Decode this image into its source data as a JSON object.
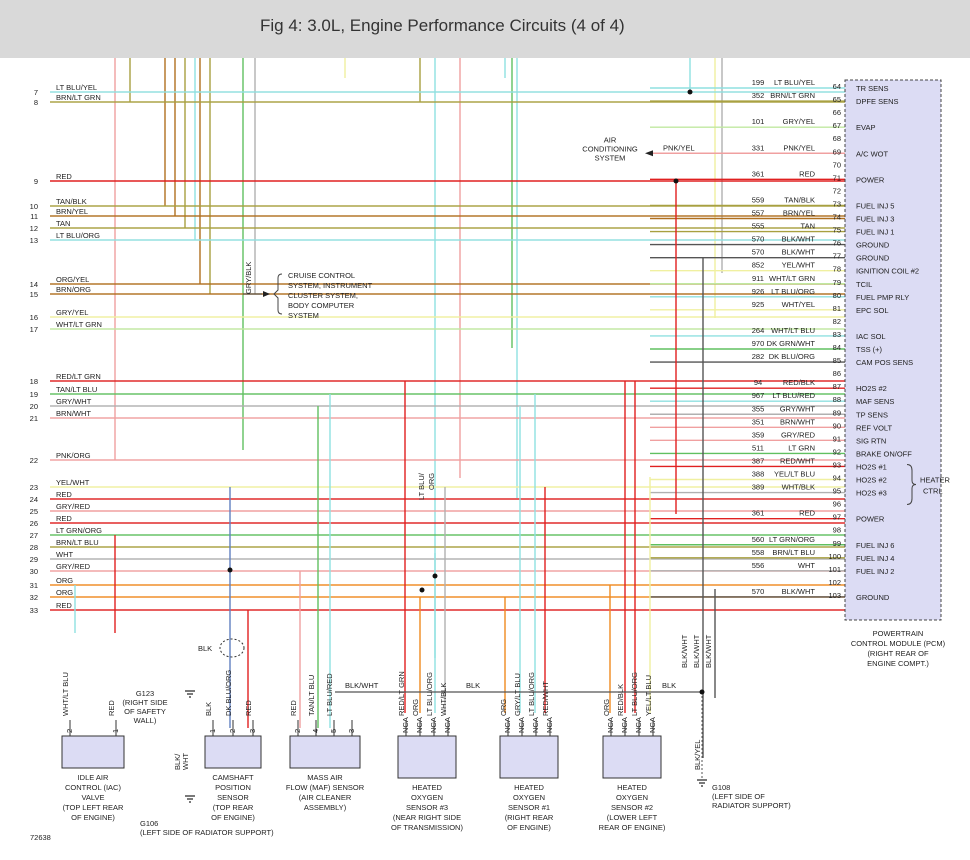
{
  "title": "Fig 4: 3.0L, Engine Performance Circuits (4 of 4)",
  "figure_id": "72638",
  "colors": {
    "red": "#e02020",
    "orange": "#f08a20",
    "cyan": "#8fe0e0",
    "green": "#60c060",
    "olive": "#a8a040",
    "brown": "#b07020",
    "pink": "#f0a0a0",
    "gray": "#b0b0b0",
    "yellow": "#f0f0a0",
    "lightgreen": "#c0e8a0",
    "blue": "#6080c0",
    "black": "#555555",
    "pcm_fill": "#dcdcf4"
  },
  "left_wires": [
    {
      "num": "7",
      "label": "LT BLU/YEL"
    },
    {
      "num": "8",
      "label": "BRN/LT GRN"
    },
    {
      "num": "9",
      "label": "RED"
    },
    {
      "num": "10",
      "label": "TAN/BLK"
    },
    {
      "num": "11",
      "label": "BRN/YEL"
    },
    {
      "num": "12",
      "label": "TAN"
    },
    {
      "num": "13",
      "label": "LT BLU/ORG"
    },
    {
      "num": "14",
      "label": "ORG/YEL"
    },
    {
      "num": "15",
      "label": "BRN/ORG"
    },
    {
      "num": "16",
      "label": "GRY/YEL"
    },
    {
      "num": "17",
      "label": "WHT/LT GRN"
    },
    {
      "num": "18",
      "label": "RED/LT GRN"
    },
    {
      "num": "19",
      "label": "TAN/LT BLU"
    },
    {
      "num": "20",
      "label": "GRY/WHT"
    },
    {
      "num": "21",
      "label": "BRN/WHT"
    },
    {
      "num": "22",
      "label": "PNK/ORG"
    },
    {
      "num": "23",
      "label": "YEL/WHT"
    },
    {
      "num": "24",
      "label": "RED"
    },
    {
      "num": "25",
      "label": "GRY/RED"
    },
    {
      "num": "26",
      "label": "RED"
    },
    {
      "num": "27",
      "label": "LT GRN/ORG"
    },
    {
      "num": "28",
      "label": "BRN/LT BLU"
    },
    {
      "num": "29",
      "label": "WHT"
    },
    {
      "num": "30",
      "label": "GRY/RED"
    },
    {
      "num": "31",
      "label": "ORG"
    },
    {
      "num": "32",
      "label": "ORG"
    },
    {
      "num": "33",
      "label": "RED"
    }
  ],
  "pcm_pins": [
    {
      "pin": "64",
      "circuit": "199",
      "color": "LT BLU/YEL",
      "function": "TR SENS"
    },
    {
      "pin": "65",
      "circuit": "352",
      "color": "BRN/LT GRN",
      "function": "DPFE SENS"
    },
    {
      "pin": "66",
      "circuit": "",
      "color": "",
      "function": ""
    },
    {
      "pin": "67",
      "circuit": "101",
      "color": "GRY/YEL",
      "function": "EVAP"
    },
    {
      "pin": "68",
      "circuit": "",
      "color": "",
      "function": ""
    },
    {
      "pin": "69",
      "circuit": "331",
      "color": "PNK/YEL",
      "function": "A/C WOT"
    },
    {
      "pin": "70",
      "circuit": "",
      "color": "",
      "function": ""
    },
    {
      "pin": "71",
      "circuit": "361",
      "color": "RED",
      "function": "POWER"
    },
    {
      "pin": "72",
      "circuit": "",
      "color": "",
      "function": ""
    },
    {
      "pin": "73",
      "circuit": "559",
      "color": "TAN/BLK",
      "function": "FUEL INJ 5"
    },
    {
      "pin": "74",
      "circuit": "557",
      "color": "BRN/YEL",
      "function": "FUEL INJ 3"
    },
    {
      "pin": "75",
      "circuit": "555",
      "color": "TAN",
      "function": "FUEL INJ 1"
    },
    {
      "pin": "76",
      "circuit": "570",
      "color": "BLK/WHT",
      "function": "GROUND"
    },
    {
      "pin": "77",
      "circuit": "570",
      "color": "BLK/WHT",
      "function": "GROUND"
    },
    {
      "pin": "78",
      "circuit": "852",
      "color": "YEL/WHT",
      "function": "IGNITION COIL #2"
    },
    {
      "pin": "79",
      "circuit": "911",
      "color": "WHT/LT GRN",
      "function": "TCIL"
    },
    {
      "pin": "80",
      "circuit": "926",
      "color": "LT BLU/ORG",
      "function": "FUEL PMP RLY"
    },
    {
      "pin": "81",
      "circuit": "925",
      "color": "WHT/YEL",
      "function": "EPC SOL"
    },
    {
      "pin": "82",
      "circuit": "",
      "color": "",
      "function": ""
    },
    {
      "pin": "83",
      "circuit": "264",
      "color": "WHT/LT BLU",
      "function": "IAC SOL"
    },
    {
      "pin": "84",
      "circuit": "970",
      "color": "DK GRN/WHT",
      "function": "TSS (+)"
    },
    {
      "pin": "85",
      "circuit": "282",
      "color": "DK BLU/ORG",
      "function": "CAM POS SENS"
    },
    {
      "pin": "86",
      "circuit": "",
      "color": "",
      "function": ""
    },
    {
      "pin": "87",
      "circuit": "94",
      "color": "RED/BLK",
      "function": "HO2S #2"
    },
    {
      "pin": "88",
      "circuit": "967",
      "color": "LT BLU/RED",
      "function": "MAF SENS"
    },
    {
      "pin": "89",
      "circuit": "355",
      "color": "GRY/WHT",
      "function": "TP SENS"
    },
    {
      "pin": "90",
      "circuit": "351",
      "color": "BRN/WHT",
      "function": "REF VOLT"
    },
    {
      "pin": "91",
      "circuit": "359",
      "color": "GRY/RED",
      "function": "SIG RTN"
    },
    {
      "pin": "92",
      "circuit": "511",
      "color": "LT GRN",
      "function": "BRAKE ON/OFF"
    },
    {
      "pin": "93",
      "circuit": "387",
      "color": "RED/WHT",
      "function": "HO2S #1"
    },
    {
      "pin": "94",
      "circuit": "388",
      "color": "YEL/LT BLU",
      "function": "HO2S #2"
    },
    {
      "pin": "95",
      "circuit": "389",
      "color": "WHT/BLK",
      "function": "HO2S #3"
    },
    {
      "pin": "96",
      "circuit": "",
      "color": "",
      "function": ""
    },
    {
      "pin": "97",
      "circuit": "361",
      "color": "RED",
      "function": "POWER"
    },
    {
      "pin": "98",
      "circuit": "",
      "color": "",
      "function": ""
    },
    {
      "pin": "99",
      "circuit": "560",
      "color": "LT GRN/ORG",
      "function": "FUEL INJ 6"
    },
    {
      "pin": "100",
      "circuit": "558",
      "color": "BRN/LT BLU",
      "function": "FUEL INJ 4"
    },
    {
      "pin": "101",
      "circuit": "556",
      "color": "WHT",
      "function": "FUEL INJ 2"
    },
    {
      "pin": "102",
      "circuit": "",
      "color": "",
      "function": ""
    },
    {
      "pin": "103",
      "circuit": "570",
      "color": "BLK/WHT",
      "function": "GROUND"
    }
  ],
  "heater_ctrl": "HEATER CTRL",
  "pcm_caption": [
    "POWERTRAIN",
    "CONTROL MODULE (PCM)",
    "(RIGHT REAR OF",
    "ENGINE COMPT.)"
  ],
  "ac_caption": [
    "AIR",
    "CONDITIONING",
    "SYSTEM"
  ],
  "cruise_caption": [
    "CRUISE CONTROL",
    "SYSTEM, INSTRUMENT",
    "CLUSTER SYSTEM,",
    "BODY COMPUTER",
    "SYSTEM"
  ],
  "vertical_labels": {
    "gry_blk": "GRY/BLK",
    "lt_blu": "LT BLU/",
    "org": "ORG",
    "blk_yel": "BLK/YEL",
    "blk_wht": "BLK/WHT",
    "blk_wht_sm": "BLK/",
    "wht_sm": "WHT"
  },
  "bottom_wire_labels": {
    "blk": "BLK",
    "blk_wht": "BLK/WHT",
    "blk2": "BLK",
    "blk3": "BLK"
  },
  "components": [
    {
      "name": "iac-valve",
      "caption": [
        "IDLE AIR",
        "CONTROL (IAC)",
        "VALVE",
        "(TOP LEFT REAR",
        "OF ENGINE)"
      ],
      "pins": [
        "2",
        "1"
      ],
      "wires": [
        "WHT/LT BLU",
        "RED"
      ]
    },
    {
      "name": "camshaft-sensor",
      "caption": [
        "CAMSHAFT",
        "POSITION",
        "SENSOR",
        "(TOP REAR",
        "OF ENGINE)"
      ],
      "pins": [
        "1",
        "2",
        "3"
      ],
      "wires": [
        "BLK",
        "DK BLU/ORG",
        "RED"
      ]
    },
    {
      "name": "maf-sensor",
      "caption": [
        "MASS AIR",
        "FLOW (MAF) SENSOR",
        "(AIR CLEANER",
        "ASSEMBLY)"
      ],
      "pins": [
        "2",
        "4",
        "5",
        "3"
      ],
      "wires": [
        "RED",
        "TAN/LT BLU",
        "LT BLU/RED"
      ]
    },
    {
      "name": "ho2s-3",
      "caption": [
        "HEATED",
        "OXYGEN",
        "SENSOR #3",
        "(NEAR RIGHT SIDE",
        "OF TRANSMISSION)"
      ],
      "pins": [
        "NCA",
        "NCA",
        "NCA",
        "NCA"
      ],
      "wires": [
        "RED/LT GRN",
        "ORG",
        "LT BLU/ORG",
        "WHT/BLK"
      ]
    },
    {
      "name": "ho2s-1",
      "caption": [
        "HEATED",
        "OXYGEN",
        "SENSOR #1",
        "(RIGHT REAR",
        "OF ENGINE)"
      ],
      "pins": [
        "NCA",
        "NCA",
        "NCA",
        "NCA"
      ],
      "wires": [
        "ORG",
        "GRY/LT BLU",
        "LT BLU/ORG",
        "RED/WHT"
      ]
    },
    {
      "name": "ho2s-2",
      "caption": [
        "HEATED",
        "OXYGEN",
        "SENSOR #2",
        "(LOWER LEFT",
        "REAR OF ENGINE)"
      ],
      "pins": [
        "NCA",
        "NCA",
        "NCA",
        "NCA"
      ],
      "wires": [
        "ORG",
        "RED/BLK",
        "LT BLU/ORG",
        "YEL/LT BLU"
      ]
    }
  ],
  "grounds": [
    {
      "id": "G123",
      "caption": [
        "G123",
        "(RIGHT SIDE",
        "OF SAFETY",
        "WALL)"
      ]
    },
    {
      "id": "G106",
      "caption": [
        "G106",
        "(LEFT SIDE OF RADIATOR SUPPORT)"
      ]
    },
    {
      "id": "G108",
      "caption": [
        "G108",
        "(LEFT SIDE OF",
        "RADIATOR SUPPORT)"
      ]
    }
  ]
}
